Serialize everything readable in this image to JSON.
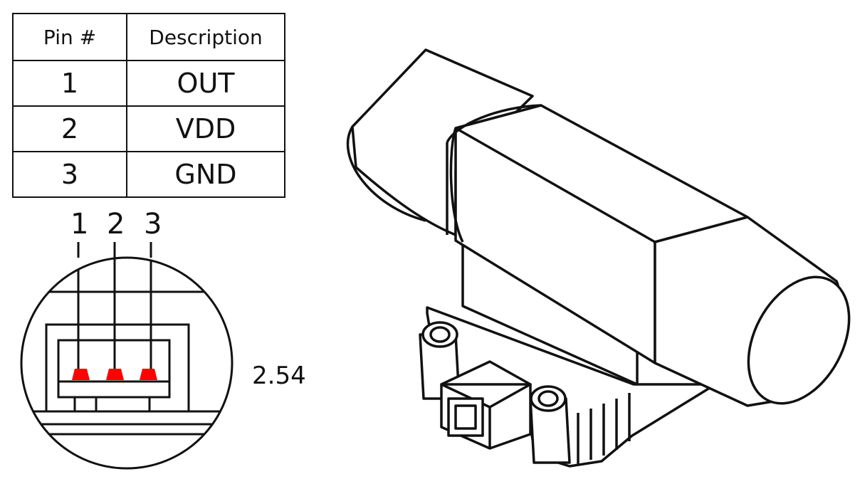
{
  "pin_table": {
    "headers": [
      "Pin #",
      "Description"
    ],
    "rows": [
      {
        "pin": "1",
        "description": "OUT"
      },
      {
        "pin": "2",
        "description": "VDD"
      },
      {
        "pin": "3",
        "description": "GND"
      }
    ]
  },
  "connector": {
    "pin_labels": [
      "1",
      "2",
      "3"
    ],
    "pitch_label": "2.54",
    "pin_color": "#ff0000"
  },
  "line_color": "#111111"
}
